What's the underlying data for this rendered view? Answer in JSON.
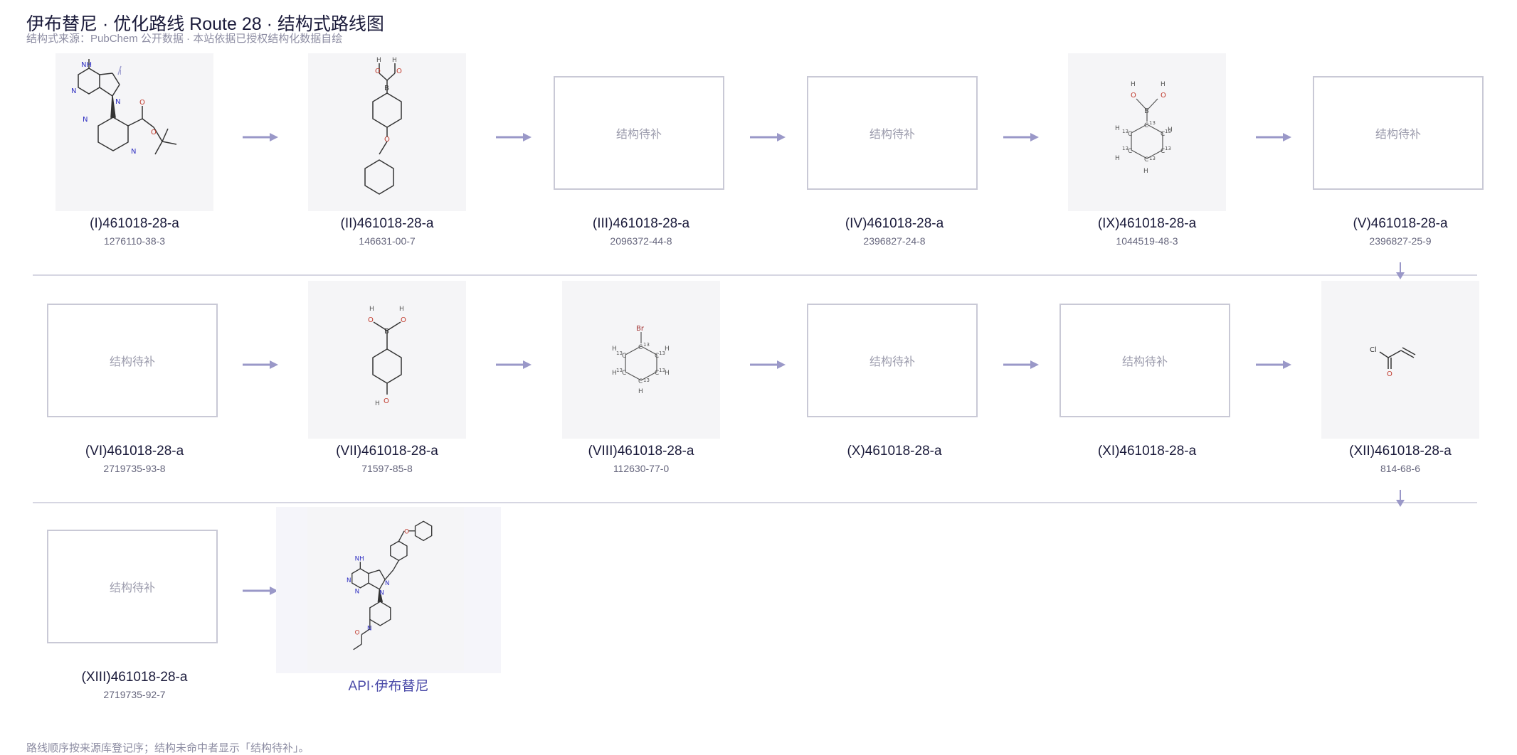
{
  "header": {
    "title": "伊布替尼 · 优化路线 Route 28 · 结构式路线图",
    "subtitle": "结构式来源：PubChem 公开数据 · 本站依据已授权结构化数据自绘"
  },
  "placeholder_text": "结构待补",
  "footer": {
    "note": "路线顺序按来源库登记序；结构未命中者显示「结构待补」。"
  },
  "colors": {
    "arrow": "#9a98c8",
    "placeholder_border": "#c9c9d6",
    "structure_bg": "#f5f5f7",
    "api_label": "#4a4aa8",
    "nitrogen": "#2f2fc2",
    "oxygen": "#c0392b"
  },
  "intermediates": [
    {
      "label": "(I)461018-28-a",
      "cas": "1276110-38-3",
      "structure": "pyrazolopyrimidine-boc-piperidine"
    },
    {
      "label": "(II)461018-28-a",
      "cas": "146631-00-7",
      "structure": "benzyloxyphenylboronic-acid"
    },
    {
      "label": "(III)461018-28-a",
      "cas": "2096372-44-8",
      "structure": ""
    },
    {
      "label": "(IV)461018-28-a",
      "cas": "2396827-24-8",
      "structure": ""
    },
    {
      "label": "(IX)461018-28-a",
      "cas": "1044519-48-3",
      "structure": "13C-phenylboronic-acid"
    },
    {
      "label": "(V)461018-28-a",
      "cas": "2396827-25-9",
      "structure": ""
    },
    {
      "label": "(VI)461018-28-a",
      "cas": "2719735-93-8",
      "structure": ""
    },
    {
      "label": "(VII)461018-28-a",
      "cas": "71597-85-8",
      "structure": "hydroxyphenylboronic-acid"
    },
    {
      "label": "(VIII)461018-28-a",
      "cas": "112630-77-0",
      "structure": "13C-bromobenzene"
    },
    {
      "label": "(X)461018-28-a",
      "cas": "",
      "structure": ""
    },
    {
      "label": "(XI)461018-28-a",
      "cas": "",
      "structure": ""
    },
    {
      "label": "(XII)461018-28-a",
      "cas": "814-68-6",
      "structure": "acryloyl-chloride"
    },
    {
      "label": "(XIII)461018-28-a",
      "cas": "2719735-92-7",
      "structure": ""
    }
  ],
  "api": {
    "label": "API·伊布替尼",
    "structure": "ibrutinib"
  },
  "atoms": {
    "amino": "NH",
    "h": "H",
    "n": "N",
    "o": "O",
    "b": "B",
    "i": "I",
    "br": "Br",
    "cl": "Cl",
    "c": "C",
    "iso13": "13"
  }
}
